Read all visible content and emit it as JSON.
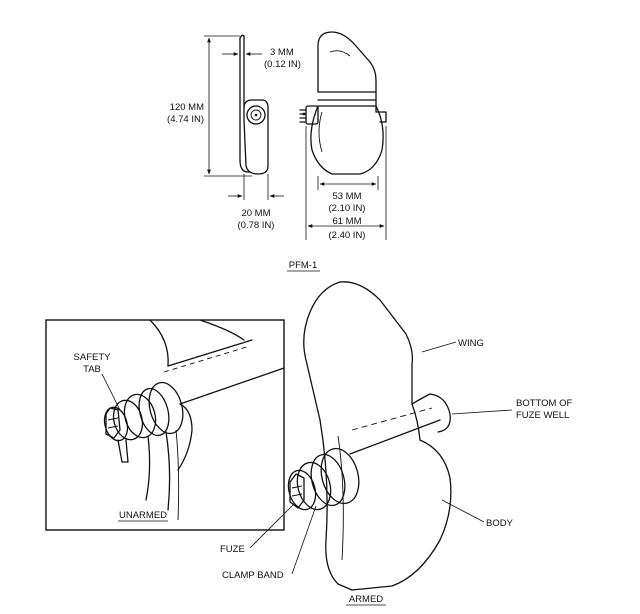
{
  "top": {
    "dim_thickness": [
      "3 MM",
      "(0.12 IN)"
    ],
    "dim_height": [
      "120 MM",
      "(4.74 IN)"
    ],
    "dim_depth": [
      "20 MM",
      "(0.78 IN)"
    ],
    "dim_inner_width": [
      "53 MM",
      "(2.10 IN)"
    ],
    "dim_outer_width": [
      "61 MM",
      "(2.40 IN)"
    ],
    "model": "PFM-1"
  },
  "unarmed": {
    "label": "UNARMED",
    "safety_tab": [
      "SAFETY",
      "TAB"
    ]
  },
  "armed": {
    "label": "ARMED",
    "wing": "WING",
    "bottom_fuze_well": [
      "BOTTOM OF",
      "FUZE WELL"
    ],
    "body": "BODY",
    "fuze": "FUZE",
    "clamp_band": "CLAMP BAND"
  }
}
